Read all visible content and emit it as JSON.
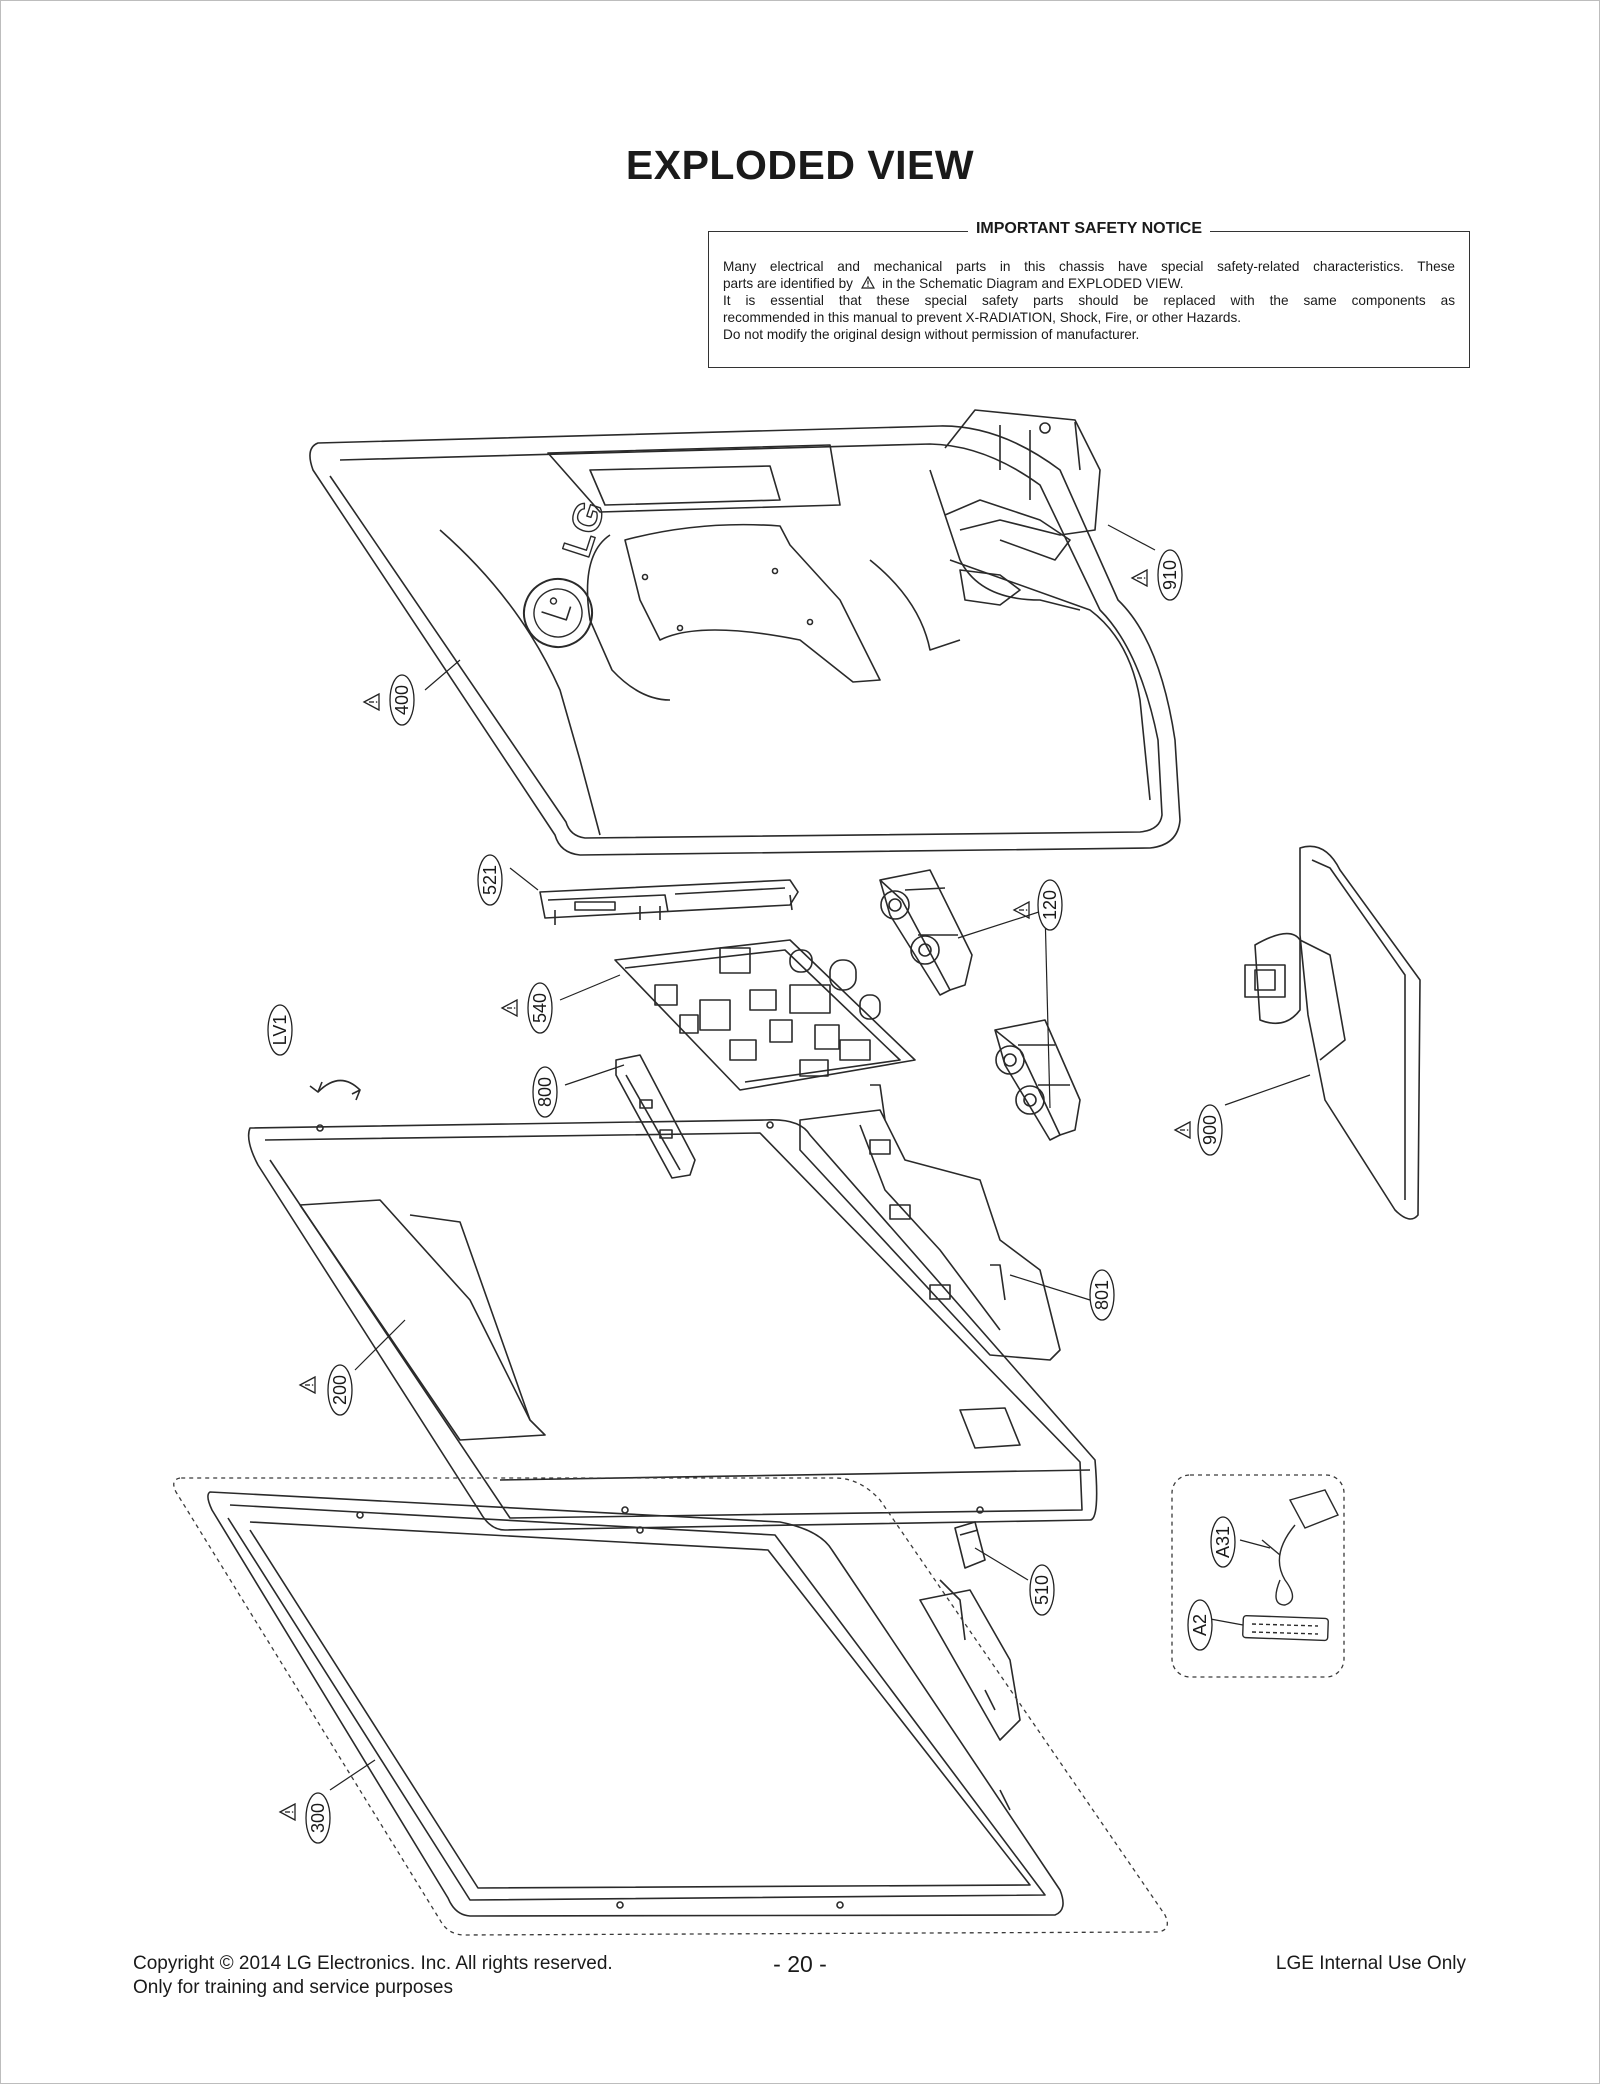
{
  "title": "EXPLODED VIEW",
  "notice": {
    "heading": "IMPORTANT SAFETY NOTICE",
    "line1": "Many electrical and mechanical parts in this chassis have special safety-related characteristics. These",
    "line2a": "parts are identified by",
    "line2b": "in the Schematic Diagram and EXPLODED VIEW.",
    "line3": "It is essential that these special safety parts should be replaced with the same components as",
    "line4": "recommended in this manual to prevent X-RADIATION, Shock, Fire, or other Hazards.",
    "line5": "Do not modify the original design without permission of manufacturer."
  },
  "parts": {
    "p910": "910",
    "p400": "400",
    "p521": "521",
    "p120": "120",
    "p540": "540",
    "plv1": "LV1",
    "p800": "800",
    "p900": "900",
    "p801": "801",
    "p200": "200",
    "p510": "510",
    "pa31": "A31",
    "pa2": "A2",
    "p300": "300"
  },
  "logo_text": "LG",
  "footer": {
    "copyright": "Copyright  © 2014 LG Electronics. Inc. All rights reserved.",
    "purpose": "Only for training and service purposes",
    "page": "- 20 -",
    "internal": "LGE Internal Use Only"
  }
}
